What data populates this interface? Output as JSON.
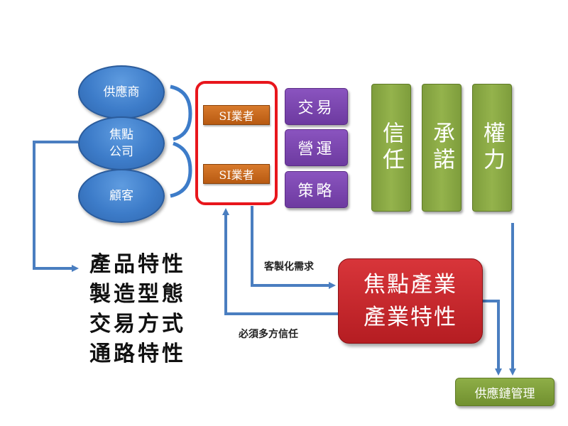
{
  "entities": {
    "supplier": "供應商",
    "focal_company": [
      "焦點",
      "公司"
    ],
    "customer": "顧客"
  },
  "si_vendors": [
    "SI業者",
    "SI業者"
  ],
  "activities": [
    "交易",
    "營運",
    "策略"
  ],
  "relationship_factors": [
    "信任",
    "承諾",
    "權力"
  ],
  "characteristics": [
    "產品特性",
    "製造型態",
    "交易方式",
    "通路特性"
  ],
  "arrow_labels": {
    "custom_demand": "客製化需求",
    "mutual_trust": "必須多方信任"
  },
  "focal_industry": [
    "焦點產業",
    "產業特性"
  ],
  "supply_chain_management": "供應鏈管理",
  "colors": {
    "ellipse_blue": "#3d7cc9",
    "frame_red": "#e8161c",
    "si_orange": "#c8661c",
    "activity_purple": "#7a45ad",
    "factor_green": "#86a543",
    "industry_red": "#c4262b",
    "arrow_blue": "#4a7ec0"
  }
}
